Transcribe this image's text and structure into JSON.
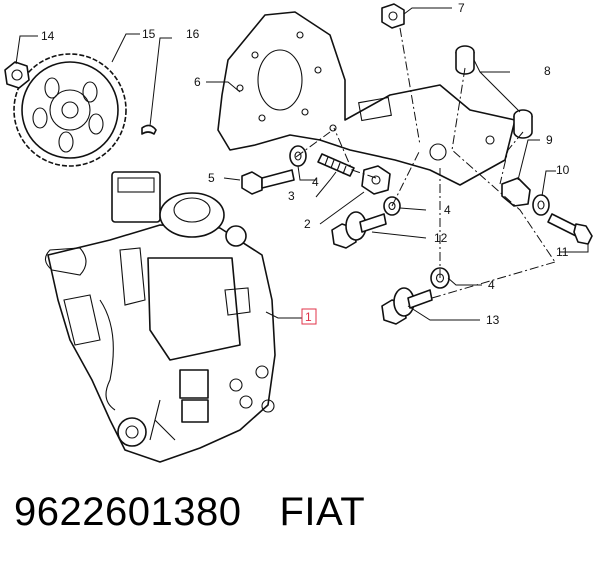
{
  "diagram": {
    "callouts": [
      "14",
      "15",
      "16",
      "6",
      "7",
      "8",
      "5",
      "4",
      "3",
      "9",
      "10",
      "2",
      "4",
      "12",
      "11",
      "4",
      "1",
      "13"
    ],
    "boxed_callout": "1"
  },
  "caption": {
    "part_number": "9622601380",
    "brand": "FIAT"
  }
}
